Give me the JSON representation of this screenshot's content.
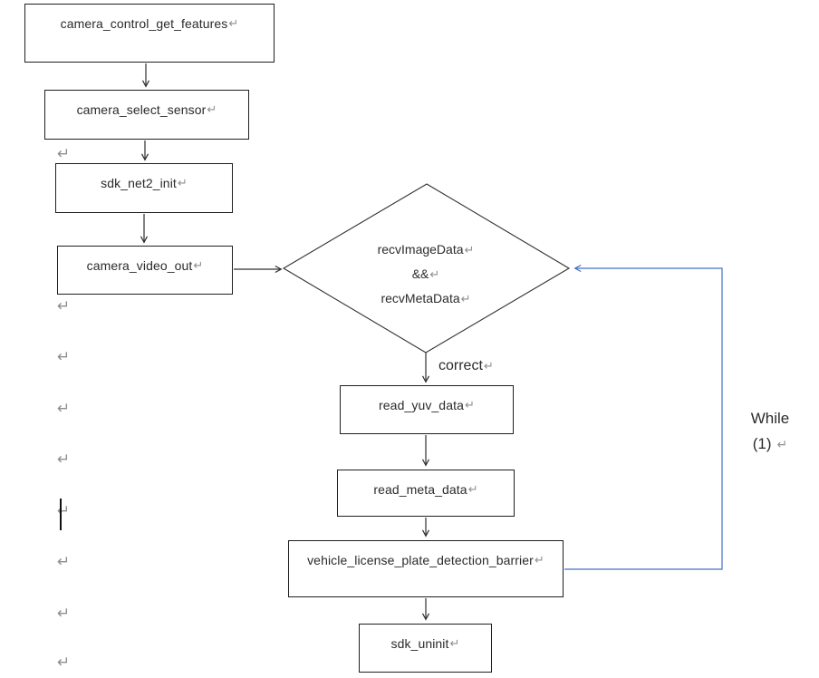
{
  "marks": {
    "pilcrow": "↵"
  },
  "colors": {
    "line": "#303030",
    "loop_line": "#4472c4",
    "pilcrow": "#8f8f8f",
    "text": "#2b2b2b",
    "border": "#1f1f1f"
  },
  "flowchart": {
    "nodes": [
      {
        "label": "camera_control_get_features"
      },
      {
        "label": "camera_select_sensor"
      },
      {
        "label": "sdk_net2_init"
      },
      {
        "label": "camera_video_out"
      },
      {
        "label": "read_yuv_data"
      },
      {
        "label": "read_meta_data"
      },
      {
        "label": "vehicle_license_plate_detection_barrier"
      },
      {
        "label": "sdk_uninit"
      }
    ],
    "decision": {
      "line1": "recvImageData",
      "line2": "&&",
      "line3": "recvMetaData"
    },
    "labels": {
      "correct": "correct",
      "while_line1": "While",
      "while_line2": "(1)"
    }
  }
}
